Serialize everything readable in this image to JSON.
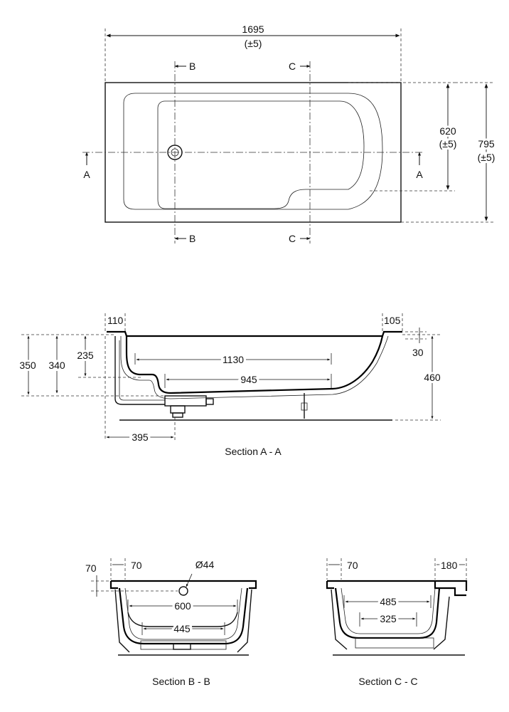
{
  "plan": {
    "overall_length": "1695",
    "length_tol": "(±5)",
    "overall_width": "795",
    "width_tol": "(±5)",
    "basin_width": "620",
    "basin_tol": "(±5)",
    "section_a": "A",
    "section_b": "B",
    "section_c": "C"
  },
  "section_aa": {
    "caption": "Section A - A",
    "dims": {
      "left_rim": "110",
      "right_rim": "105",
      "h350": "350",
      "h340": "340",
      "h235": "235",
      "floor_long": "1130",
      "floor_short": "945",
      "waste_offset": "395",
      "rim_30": "30",
      "h460": "460"
    }
  },
  "section_bb": {
    "caption": "Section B - B",
    "dims": {
      "d70_side": "70",
      "d70_top": "70",
      "waste_dia": "Ø44",
      "d600": "600",
      "d445": "445"
    }
  },
  "section_cc": {
    "caption": "Section C - C",
    "dims": {
      "d70": "70",
      "d180": "180",
      "d485": "485",
      "d325": "325"
    }
  }
}
